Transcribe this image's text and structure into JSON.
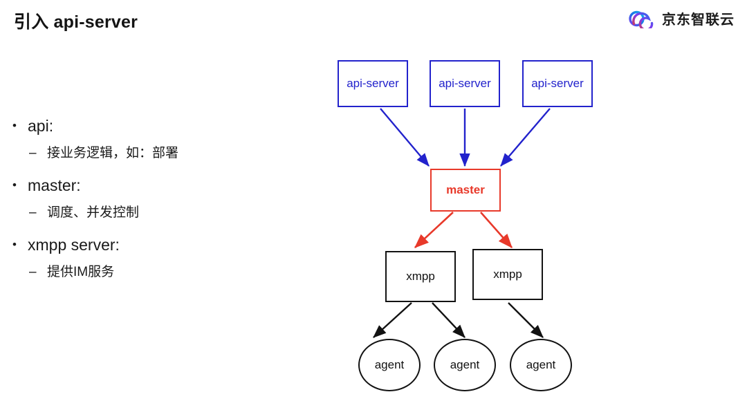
{
  "header": {
    "title": "引入 api-server",
    "brand": {
      "logo_icon": "jd-cloud-infinity-logo-icon",
      "name": "京东智联云"
    }
  },
  "bullets": [
    {
      "marker": "•",
      "label": "api:",
      "sub": [
        {
          "marker": "–",
          "label": "接业务逻辑，如：部署"
        }
      ]
    },
    {
      "marker": "•",
      "label": "master:",
      "sub": [
        {
          "marker": "–",
          "label": "调度、并发控制"
        }
      ]
    },
    {
      "marker": "•",
      "label": "xmpp server:",
      "sub": [
        {
          "marker": "–",
          "label": "提供IM服务"
        }
      ]
    }
  ],
  "diagram": {
    "nodes": {
      "api_servers": [
        {
          "label": "api-server"
        },
        {
          "label": "api-server"
        },
        {
          "label": "api-server"
        }
      ],
      "master": {
        "label": "master"
      },
      "xmpp_servers": [
        {
          "label": "xmpp"
        },
        {
          "label": "xmpp"
        }
      ],
      "agents": [
        {
          "label": "agent"
        },
        {
          "label": "agent"
        },
        {
          "label": "agent"
        }
      ]
    },
    "colors": {
      "api_server": "#2222cc",
      "master": "#e8392a",
      "xmpp": "#121212",
      "agent": "#121212",
      "background": "#ffffff",
      "text": "#1a1a1a"
    },
    "edges": [
      {
        "from": "api-server-1",
        "to": "master",
        "color": "#2222cc"
      },
      {
        "from": "api-server-2",
        "to": "master",
        "color": "#2222cc"
      },
      {
        "from": "api-server-3",
        "to": "master",
        "color": "#2222cc"
      },
      {
        "from": "master",
        "to": "xmpp-1",
        "color": "#e8392a"
      },
      {
        "from": "master",
        "to": "xmpp-2",
        "color": "#e8392a"
      },
      {
        "from": "xmpp-1",
        "to": "agent-1",
        "color": "#121212"
      },
      {
        "from": "xmpp-1",
        "to": "agent-2",
        "color": "#121212"
      },
      {
        "from": "xmpp-2",
        "to": "agent-3",
        "color": "#121212"
      }
    ]
  }
}
